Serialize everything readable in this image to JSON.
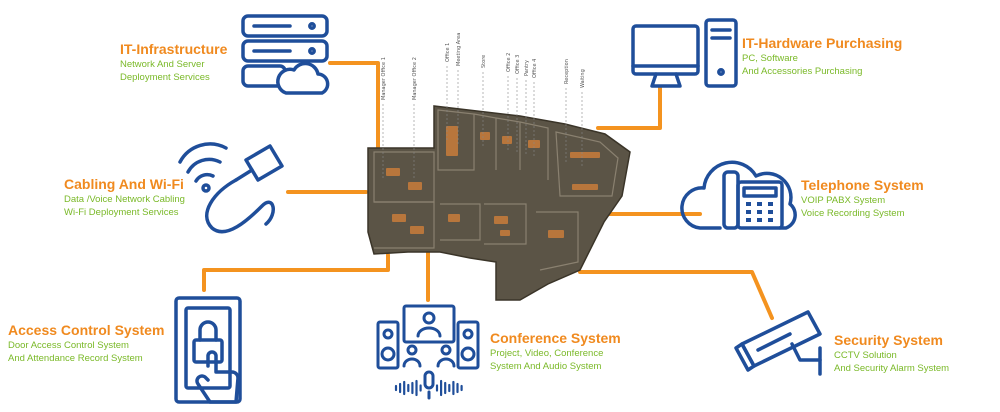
{
  "colors": {
    "title": "#f08a1f",
    "subtitle": "#7ab928",
    "icon": "#1f4e9a",
    "connector": "#f4931f",
    "floor": "#5b5446",
    "room_line": "#8a8170"
  },
  "services": {
    "it_infra": {
      "icon": "server-cloud-icon",
      "title": "IT-Infrastructure",
      "lines": [
        "Network And Server",
        "Deployment Services"
      ]
    },
    "it_hardware": {
      "icon": "desktop-computer-icon",
      "title": "IT-Hardware Purchasing",
      "lines": [
        "PC, Software",
        "And Accessories Purchasing"
      ]
    },
    "cabling": {
      "icon": "wifi-cable-icon",
      "title": "Cabling And Wi-Fi",
      "lines": [
        "Data /Voice Network Cabling",
        "Wi-Fi Deployment Services"
      ]
    },
    "telephone": {
      "icon": "telephone-cloud-icon",
      "title": "Telephone System",
      "lines": [
        "VOIP PABX System",
        "Voice Recording System"
      ]
    },
    "access": {
      "icon": "fingerprint-door-icon",
      "title": "Access Control System",
      "lines": [
        "Door Access Control System",
        "And Attendance Record System"
      ]
    },
    "conference": {
      "icon": "conference-screen-icon",
      "title": "Conference System",
      "lines": [
        "Project, Video, Conference",
        "System And Audio System"
      ]
    },
    "security": {
      "icon": "cctv-camera-icon",
      "title": "Security System",
      "lines": [
        "CCTV Solution",
        "And Security Alarm System"
      ]
    }
  },
  "rooms": [
    "Manager Office 1",
    "Manager Office 2",
    "Office 1",
    "Meeting Area",
    "Store",
    "Office 2",
    "Office 3",
    "Pantry",
    "Office 4",
    "Reception",
    "Waiting"
  ]
}
